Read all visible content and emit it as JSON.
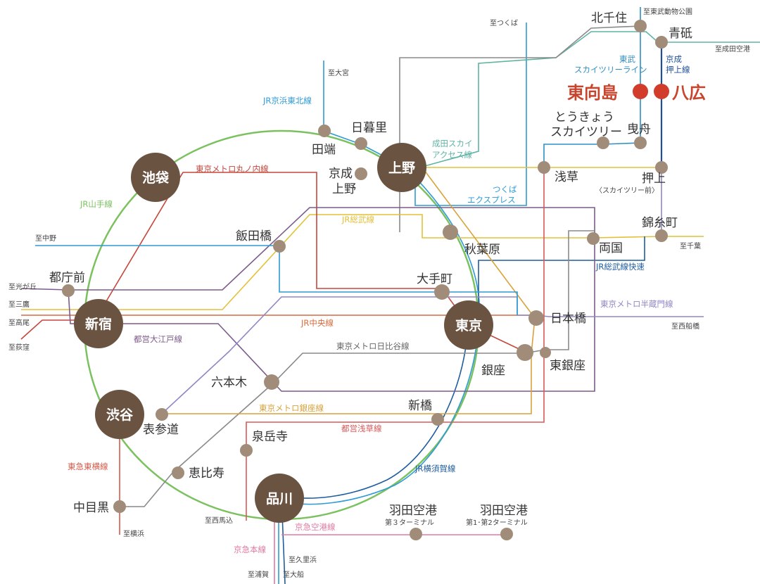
{
  "colors": {
    "yamanote": "#7cc160",
    "keihin": "#2e9bd4",
    "marunouchi": "#c6473b",
    "sobu": "#e2c13a",
    "chuo": "#d66c3e",
    "oedo": "#7d5b8a",
    "hibiya": "#8a8a8a",
    "ginza": "#d8a23c",
    "asakusa": "#d85a5a",
    "tokyu": "#d65a4a",
    "keikyu": "#e07aa3",
    "hanzomon": "#8f86c6",
    "yokosuka": "#1f5d9e",
    "skytree": "#2e8fc4",
    "keisei_oshiage": "#1f4f96",
    "narita_access": "#5fb3a5",
    "tsukuba": "#2e9bd4",
    "major_station": "#6b5342",
    "minor_station": "#a08c78",
    "highlight_station": "#d23c2a"
  },
  "major_stations": {
    "ikebukuro": "池袋",
    "ueno": "上野",
    "shinjuku": "新宿",
    "tokyo": "東京",
    "shibuya": "渋谷",
    "shinagawa": "品川"
  },
  "stations": {
    "kitasenju": "北千住",
    "aoto": "青砥",
    "higashimukojima": "東向島",
    "yahiro": "八広",
    "skytree_l1": "とうきょう",
    "skytree_l2": "スカイツリー",
    "hikifune": "曳舟",
    "oshiage": "押上",
    "oshiage_sub": "〈スカイツリー前〉",
    "asakusa": "浅草",
    "nippori": "日暮里",
    "tabata": "田端",
    "keisei_ueno_l1": "京成",
    "keisei_ueno_l2": "上野",
    "kinshicho": "錦糸町",
    "ryogoku": "両国",
    "akihabara": "秋葉原",
    "iidabashi": "飯田橋",
    "tochomae": "都庁前",
    "otemachi": "大手町",
    "nihonbashi": "日本橋",
    "ginza": "銀座",
    "higashiginza": "東銀座",
    "roppongi": "六本木",
    "shimbashi": "新橋",
    "omotesando": "表参道",
    "sengakuji": "泉岳寺",
    "ebisu": "恵比寿",
    "nakameguro": "中目黒",
    "haneda3_l1": "羽田空港",
    "haneda3_l2": "第３ターミナル",
    "haneda12_l1": "羽田空港",
    "haneda12_l2": "第1･第2ターミナル"
  },
  "line_labels": {
    "keihin": "JR京浜東北線",
    "marunouchi": "東京メトロ丸ノ内線",
    "yamanote": "JR山手線",
    "narita_l1": "成田スカイ",
    "narita_l2": "アクセス線",
    "tsukuba_l1": "つくば",
    "tsukuba_l2": "エクスプレス",
    "sobu": "JR総武線",
    "sobu_rapid": "JR総武線快速",
    "hanzomon": "東京メトロ半蔵門線",
    "chuo": "JR中央線",
    "oedo": "都営大江戸線",
    "hibiya": "東京メトロ日比谷線",
    "ginza_line": "東京メトロ銀座線",
    "asakusa_line": "都営浅草線",
    "tokyu": "東急東横線",
    "yokosuka": "JR横須賀線",
    "keikyu_airport": "京急空港線",
    "keikyu_main": "京急本線",
    "skytree_l1": "東武",
    "skytree_l2": "スカイツリーライン",
    "keisei_l1": "京成",
    "keisei_l2": "押上線"
  },
  "destinations": {
    "zoo": "至東武動物公園",
    "tsukuba": "至つくば",
    "narita": "至成田空港",
    "omiya": "至大宮",
    "nakano": "至中野",
    "hikarigaoka": "至光が丘",
    "mitaka": "至三鷹",
    "takao": "至高尾",
    "ogikubo": "至荻窪",
    "chiba": "至千葉",
    "nishifunabashi": "至西船橋",
    "yokohama": "至横浜",
    "nishimagome": "至西馬込",
    "kurihama": "至久里浜",
    "uraga": "至浦賀",
    "ofuna": "至大船"
  }
}
